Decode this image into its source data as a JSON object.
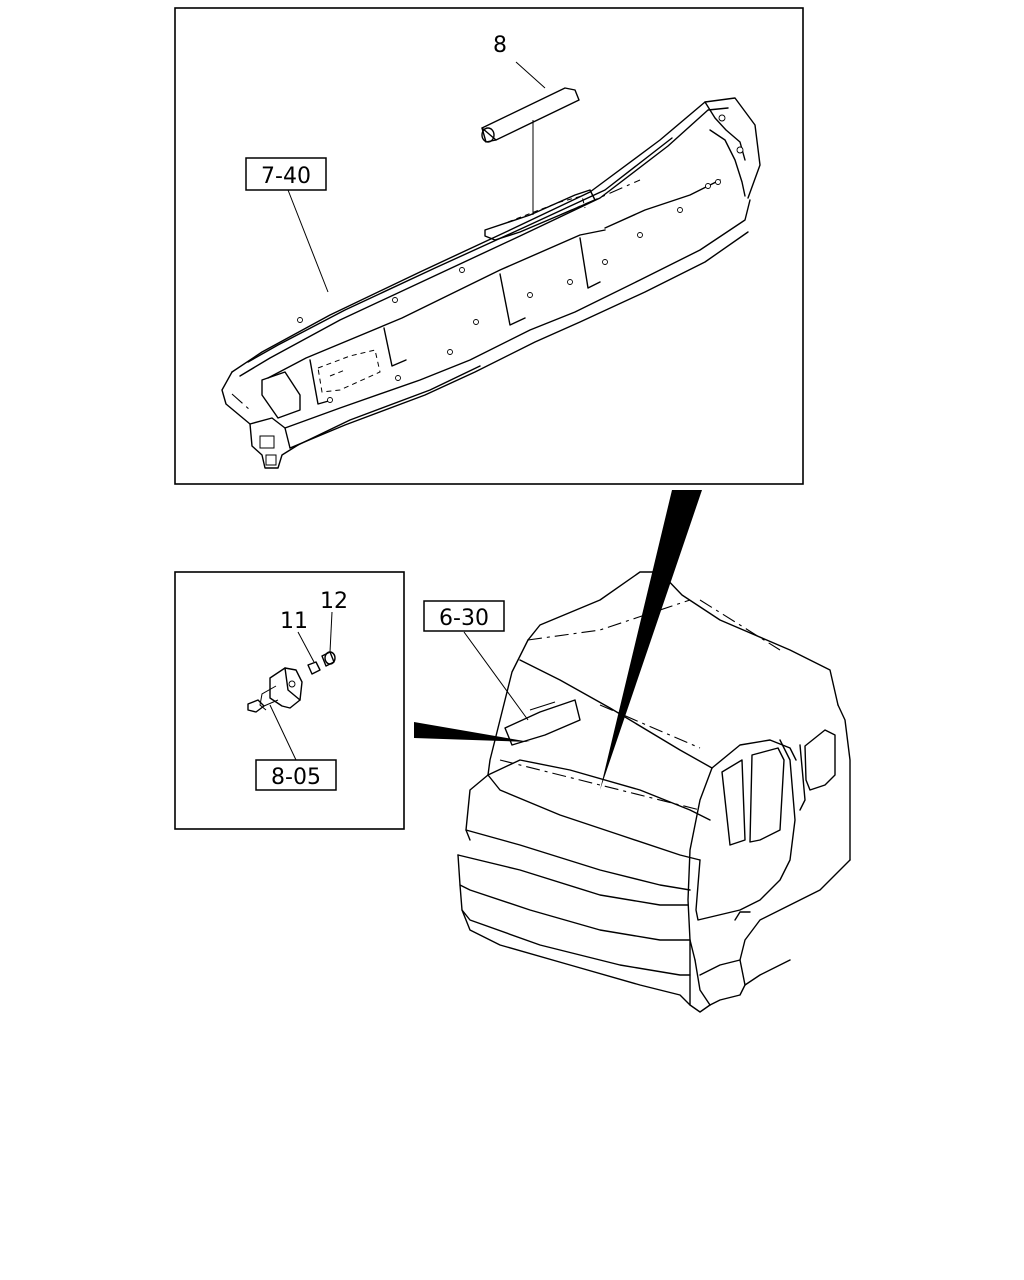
{
  "callouts": {
    "part_8": "8",
    "ref_7_40": "7-40",
    "part_11": "11",
    "part_12": "12",
    "ref_6_30": "6-30",
    "ref_8_05": "8-05"
  }
}
